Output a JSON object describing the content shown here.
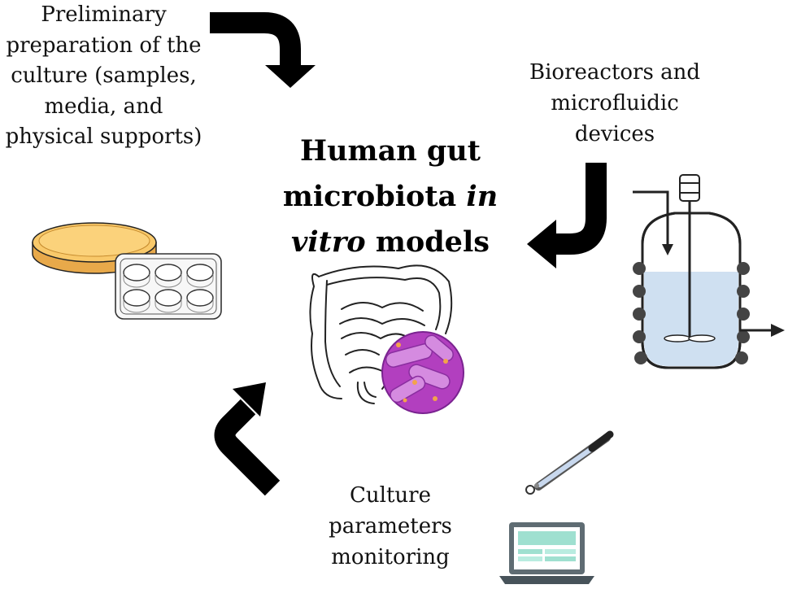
{
  "title": {
    "line1": "Human gut",
    "line2a": "microbiota ",
    "line2b": "in",
    "line3a": "vitro",
    "line3b": " models"
  },
  "labels": {
    "preparation": "Preliminary\npreparation of the\nculture (samples,\nmedia, and\nphysical supports)",
    "bioreactors": "Bioreactors and\nmicrofluidic\ndevices",
    "monitoring": "Culture\nparameters\nmonitoring"
  },
  "colors": {
    "arrow": "#000000",
    "petri_agar": "#f9c96a",
    "bioreactor_liquid": "#cfe0f1",
    "microbe_bg": "#b23fbf",
    "microbe_cell": "#d58be0",
    "laptop_screen": "#9fe0d0",
    "laptop_body": "#5f6c73"
  },
  "icons": [
    "curved-arrow-icon",
    "petri-dish-icon",
    "well-plate-icon",
    "intestine-icon",
    "microbe-circle-icon",
    "bioreactor-icon",
    "ph-probe-icon",
    "laptop-icon"
  ]
}
